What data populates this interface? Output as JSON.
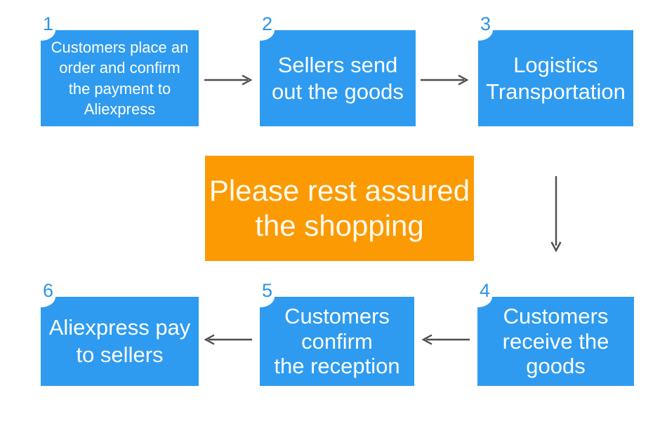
{
  "colors": {
    "box_blue": "#2E9BF0",
    "box_orange": "#FB9A02",
    "number_blue": "#2E93E2",
    "arrow_gray": "#4D4D4D",
    "text_white": "#FFFFFF",
    "banner_text": "#FDF9EF",
    "page_bg": "#FFFFFF"
  },
  "steps": [
    {
      "number": "1",
      "label": "Customers place an\norder and confirm\nthe payment to\nAliexpress"
    },
    {
      "number": "2",
      "label": "Sellers send\nout the goods"
    },
    {
      "number": "3",
      "label": "Logistics\nTransportation"
    },
    {
      "number": "4",
      "label": "Customers\nreceive the\ngoods"
    },
    {
      "number": "5",
      "label": "Customers\nconfirm\nthe reception"
    },
    {
      "number": "6",
      "label": "Aliexpress pay\nto sellers"
    }
  ],
  "banner": {
    "label": "Please rest assured\nthe shopping"
  },
  "icons": {
    "arrow_right": "→",
    "arrow_left": "←",
    "arrow_down": "↓"
  }
}
